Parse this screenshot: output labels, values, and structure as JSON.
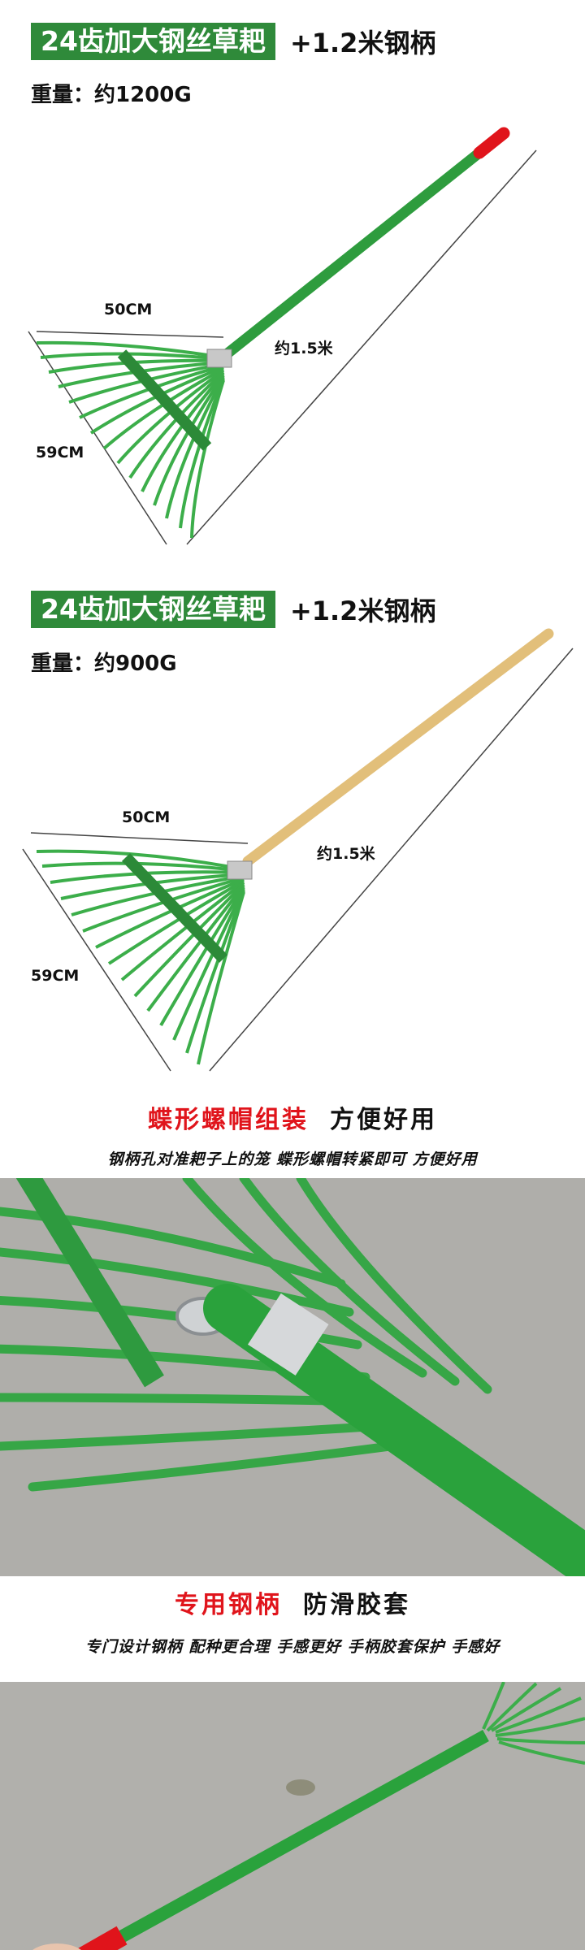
{
  "product_1": {
    "badge": "24齿加大钢丝草耙",
    "handle": "+1.2米钢柄",
    "weight": "重量：约1200G",
    "width_label": "50CM",
    "length_label": "59CM",
    "handle_length": "约1.5米",
    "handle_color": "#2e9c3e",
    "tip_color": "#e0141b"
  },
  "product_2": {
    "badge": "24齿加大钢丝草耙",
    "handle": "+1.2米钢柄",
    "weight": "重量：约900G",
    "width_label": "50CM",
    "length_label": "59CM",
    "handle_length": "约1.5米",
    "handle_color": "#e2bf7a"
  },
  "feature_1": {
    "title_red": "蝶形螺帽组装",
    "title_black": "方便好用",
    "subtitle": "钢柄孔对准耙子上的笼 蝶形螺帽转紧即可 方便好用"
  },
  "feature_2": {
    "title_red": "专用钢柄",
    "title_black": "防滑胶套",
    "subtitle": "专门设计钢柄 配种更合理 手感更好 手柄胶套保护 手感好"
  },
  "colors": {
    "badge_green": "#2f8a3a",
    "accent_red": "#e0141b",
    "rake_green": "#3cae4a"
  }
}
